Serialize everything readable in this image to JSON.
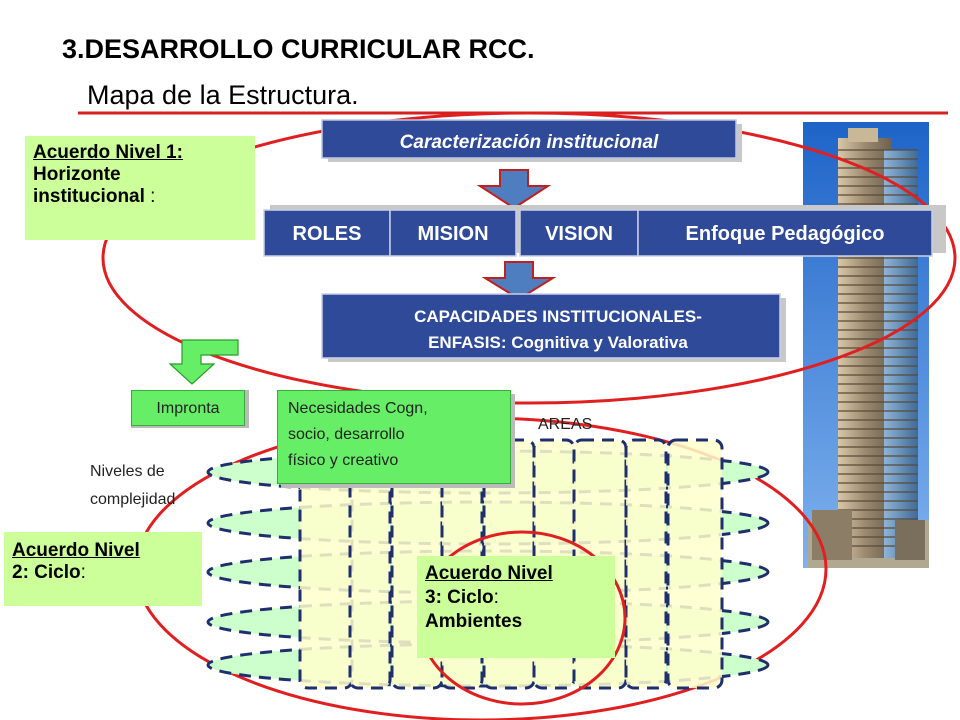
{
  "header": {
    "title": "3.DESARROLLO CURRICULAR RCC.",
    "subtitle": "Mapa de la Estructura."
  },
  "colors": {
    "accent_red": "#e02020",
    "button_blue": "#2e4a99",
    "box_green": "#ccff99",
    "bright_green": "#66ee66",
    "column_yellow": "#ffffcc",
    "disk_green": "#ccffcc",
    "arrow_blue": "#4f7ec0",
    "dash_navy": "#1f2f6e"
  },
  "top": {
    "institutional": "Caracterización institucional",
    "roles": "ROLES",
    "mision": "MISION",
    "vision": "VISION",
    "enfoque": "Enfoque Pedagógico",
    "capacidades_line1": "CAPACIDADES INSTITUCIONALES-",
    "capacidades_line2": "ENFASIS: Cognitiva y  Valorativa"
  },
  "acuerdo1": {
    "line1": "Acuerdo Nivel 1:",
    "line2": "Horizonte",
    "line3": "institucional",
    "line3_suffix": " :"
  },
  "acuerdo2": {
    "line1": "Acuerdo Nivel",
    "line2": "2: Ciclo",
    "line2_suffix": ":"
  },
  "acuerdo3": {
    "line1": "Acuerdo Nivel",
    "line2": "3: Ciclo",
    "line2_suffix": ":",
    "line3": "Ambientes"
  },
  "impronta": "Impronta",
  "necesidades": {
    "line1": "Necesidades  Cogn,",
    "line2": "socio, desarrollo",
    "line3": "físico y creativo"
  },
  "areas": "AREAS",
  "niveles": {
    "line1": "Niveles de",
    "line2": "complejidad"
  },
  "photo": {
    "icon": "building-photo"
  }
}
